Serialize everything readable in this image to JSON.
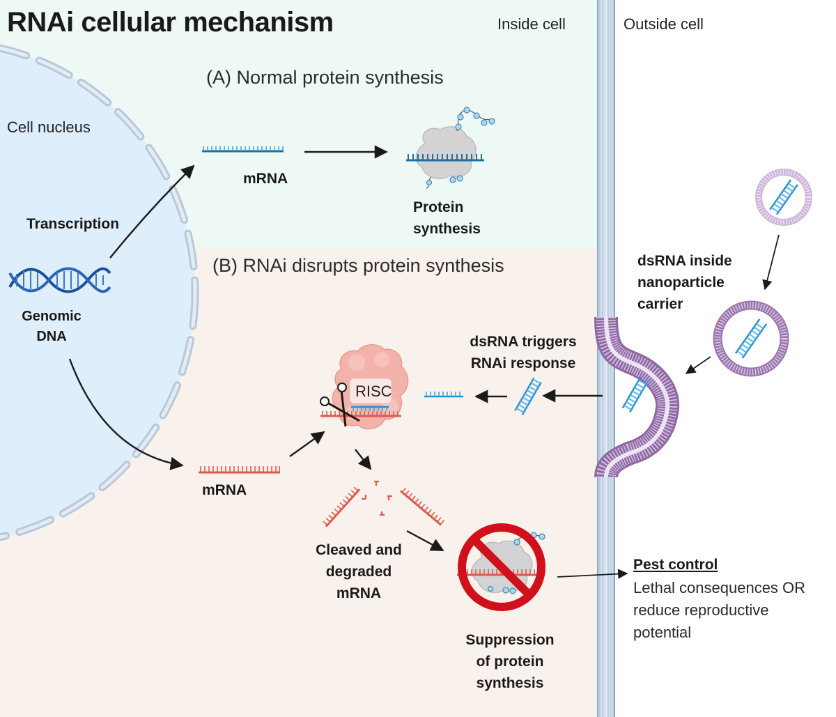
{
  "title": "RNAi cellular mechanism",
  "regions": {
    "inside": "Inside cell",
    "outside": "Outside cell",
    "nucleus": "Cell nucleus"
  },
  "panel_a": {
    "heading": "(A) Normal protein synthesis",
    "mrna": "mRNA",
    "protein_synthesis": "Protein\nsynthesis",
    "transcription": "Transcription",
    "genomic_dna": "Genomic\nDNA"
  },
  "panel_b": {
    "heading": "(B) RNAi disrupts protein synthesis",
    "mrna": "mRNA",
    "risc": "RISC",
    "trigger": "dsRNA triggers\nRNAi response",
    "nanoparticle": "dsRNA inside\nnanoparticle\ncarrier",
    "cleaved": "Cleaved and\ndegraded\nmRNA",
    "suppression": "Suppression\nof protein\nsynthesis"
  },
  "pest_control": {
    "title": "Pest control",
    "text": "Lethal consequences OR\nreduce reproductive\npotential"
  },
  "colors": {
    "panel_a_bg": "#eef9f6",
    "panel_b_bg": "#f9f2ec",
    "nucleus": "#dfeefb",
    "membrane": "#b3c6dc",
    "mrna_normal": "#1f6f9a",
    "mrna_target": "#e05a4e",
    "dsrna": "#3aa8e0",
    "vesicle": "#a883b8",
    "risc": "#f3b3ab",
    "ribosome": "#d3d3d3",
    "prohibit": "#d0101a"
  }
}
